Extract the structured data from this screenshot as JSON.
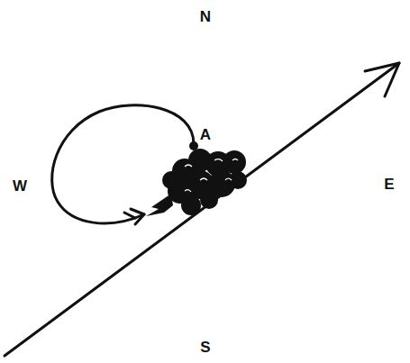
{
  "diagram": {
    "labels": [
      "N",
      "A",
      "W",
      "E",
      "S"
    ]
  }
}
